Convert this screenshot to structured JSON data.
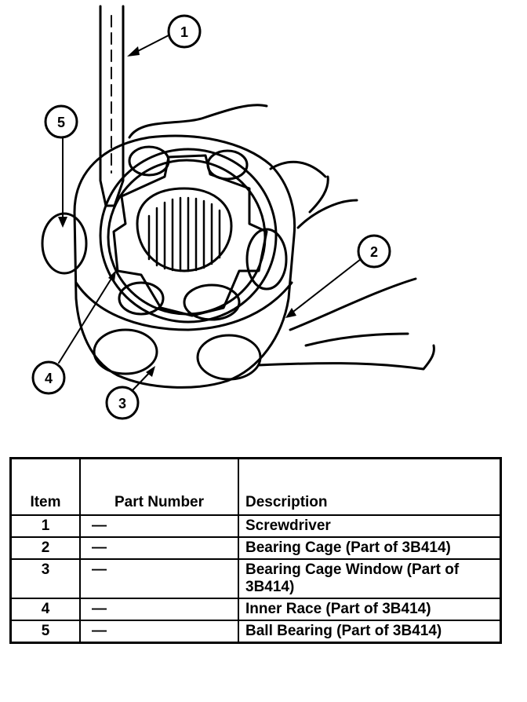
{
  "callouts": {
    "c1": "1",
    "c2": "2",
    "c3": "3",
    "c4": "4",
    "c5": "5"
  },
  "table": {
    "header": {
      "item": "Item",
      "part_number": "Part Number",
      "description": "Description"
    },
    "rows": [
      {
        "item": "1",
        "part_number": "—",
        "description": "Screwdriver"
      },
      {
        "item": "2",
        "part_number": "—",
        "description": "Bearing Cage (Part of 3B414)"
      },
      {
        "item": "3",
        "part_number": "—",
        "description": "Bearing Cage Window (Part of 3B414)"
      },
      {
        "item": "4",
        "part_number": "—",
        "description": "Inner Race (Part of 3B414)"
      },
      {
        "item": "5",
        "part_number": "—",
        "description": "Ball Bearing (Part of 3B414)"
      }
    ]
  }
}
